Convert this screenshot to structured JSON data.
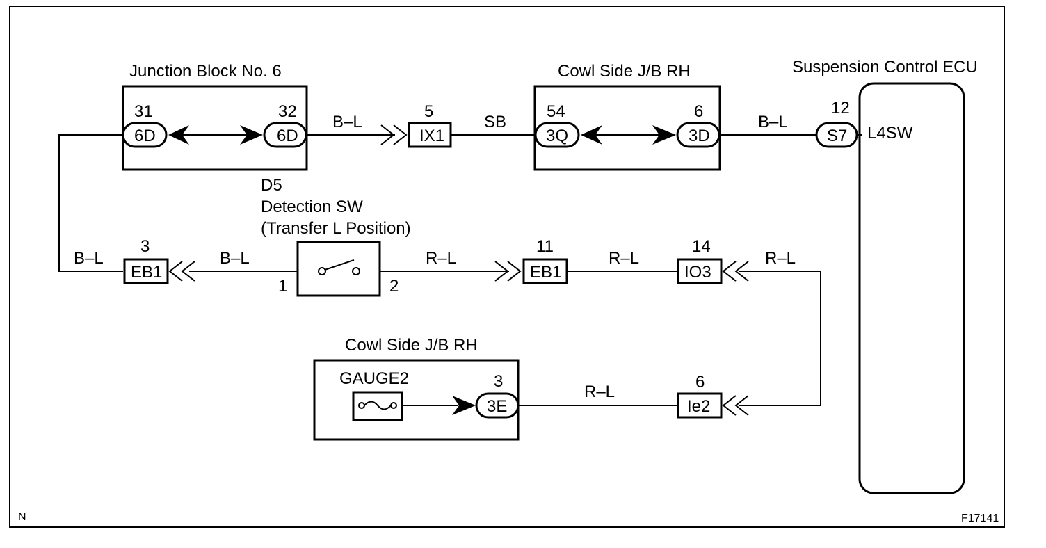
{
  "blocks": {
    "junction_block_6": "Junction Block No. 6",
    "cowl_jb_top": "Cowl Side J/B RH",
    "cowl_jb_bottom": "Cowl Side J/B RH",
    "ecu": "Suspension Control ECU",
    "switch_ref": "D5",
    "switch_name": "Detection SW",
    "switch_position": "(Transfer L Position)"
  },
  "connectors": {
    "jb6_left": {
      "pin": "31",
      "code": "6D"
    },
    "jb6_right": {
      "pin": "32",
      "code": "6D"
    },
    "ix1": {
      "pin": "5",
      "code": "IX1"
    },
    "cowl_left": {
      "pin": "54",
      "code": "3Q"
    },
    "cowl_right": {
      "pin": "6",
      "code": "3D"
    },
    "ecu_s7": {
      "pin": "12",
      "code": "S7"
    },
    "eb1_left": {
      "pin": "3",
      "code": "EB1"
    },
    "eb1_right": {
      "pin": "11",
      "code": "EB1"
    },
    "io3": {
      "pin": "14",
      "code": "IO3"
    },
    "ie2": {
      "pin": "6",
      "code": "Ie2"
    },
    "cowl_3e": {
      "pin": "3",
      "code": "3E"
    }
  },
  "terminals": {
    "ecu_l4sw": "L4SW",
    "switch_pin1": "1",
    "switch_pin2": "2"
  },
  "wires": {
    "w_left_vertical": "B–L",
    "w_jb6_ix1": "B–L",
    "w_ix1_cowl": "SB",
    "w_cowl_ecu": "B–L",
    "w_eb1_switch": "B–L",
    "w_switch_eb1": "R–L",
    "w_eb1_io3": "R–L",
    "w_io3_right": "R–L",
    "w_3e_ie2": "R–L"
  },
  "fuse": "GAUGE2",
  "corner_left": "N",
  "figure_id": "F17141"
}
